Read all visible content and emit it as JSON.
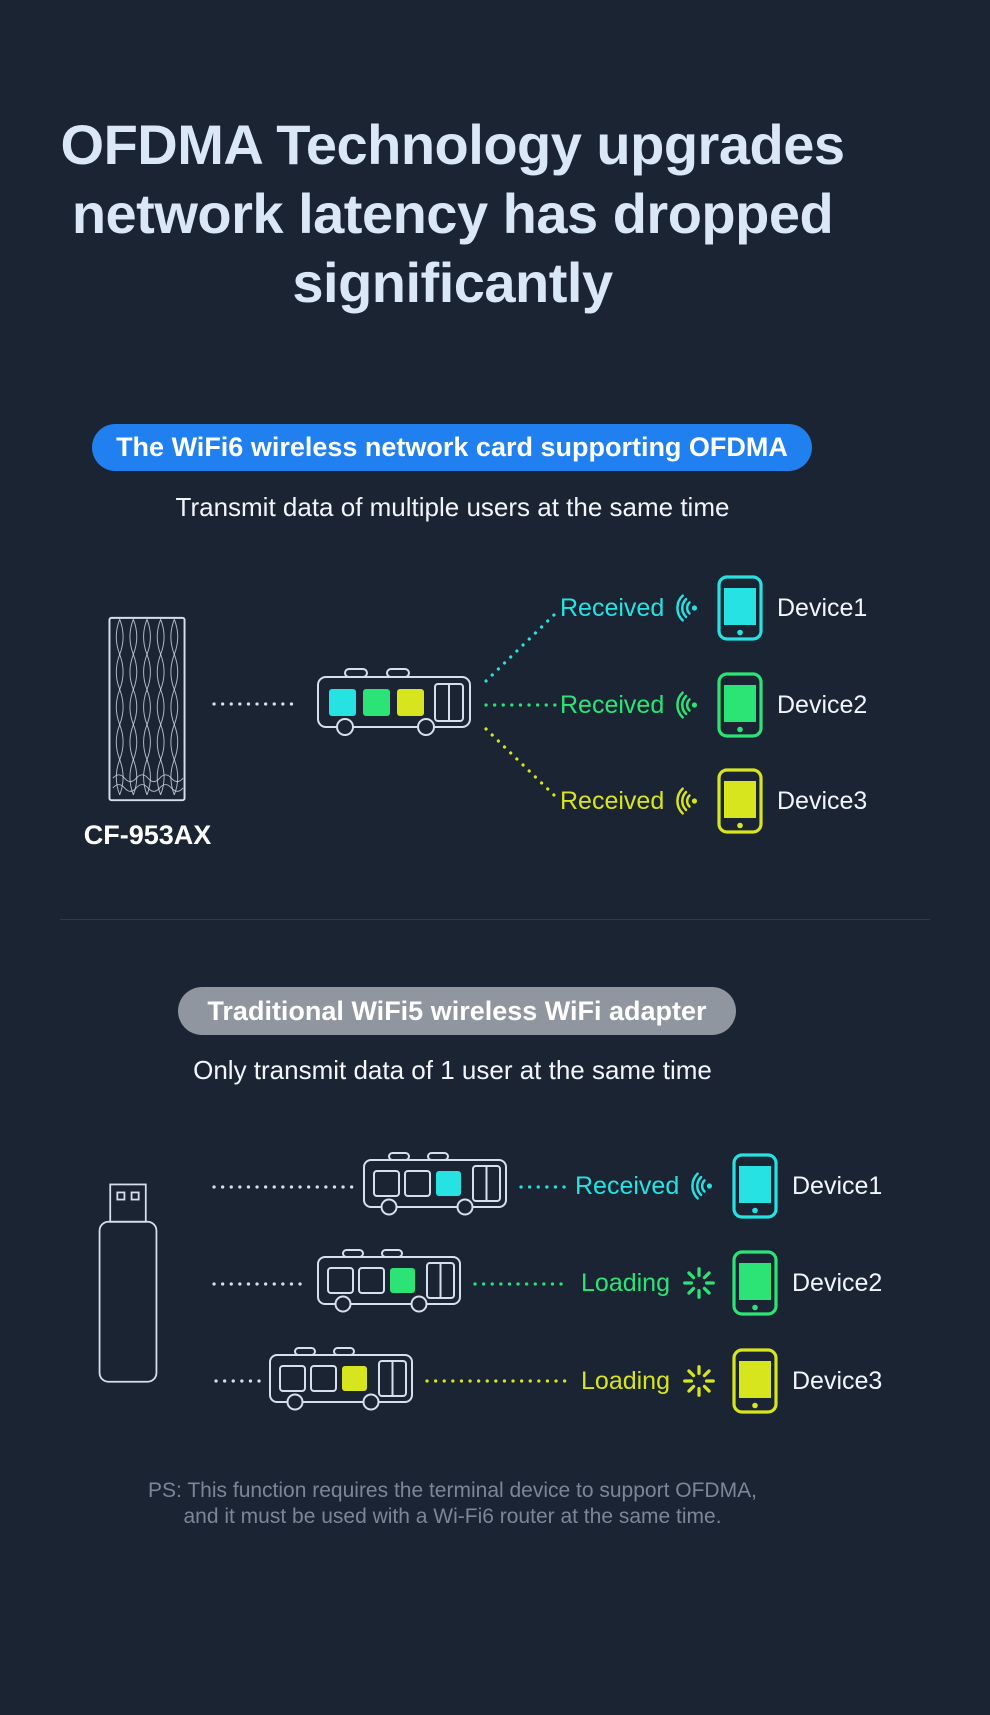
{
  "colors": {
    "background": "#1b2433",
    "headline": "#d9e7f6",
    "text_white": "#f2f6fc",
    "muted": "#7b8698",
    "outline": "#d7dfec",
    "accent_blue": "#2080f0",
    "badge_gray": "#8f969f",
    "cyan": "#26e2e2",
    "green": "#2ce476",
    "yellow": "#d7e51f"
  },
  "headline": {
    "line1": "OFDMA Technology upgrades",
    "line2": "network latency has dropped",
    "line3": "significantly"
  },
  "wifi6_section": {
    "badge": "The WiFi6 wireless network card supporting OFDMA",
    "subtitle": "Transmit data of multiple users at the same time",
    "adapter_label": "CF-953AX",
    "rows": [
      {
        "status": "Received",
        "device": "Device1",
        "color": "cyan",
        "icon": "wifi-signal"
      },
      {
        "status": "Received",
        "device": "Device2",
        "color": "green",
        "icon": "wifi-signal"
      },
      {
        "status": "Received",
        "device": "Device3",
        "color": "yellow",
        "icon": "wifi-signal"
      }
    ]
  },
  "wifi5_section": {
    "badge": "Traditional WiFi5 wireless WiFi adapter",
    "subtitle": "Only transmit data of 1 user at the same time",
    "rows": [
      {
        "status": "Received",
        "device": "Device1",
        "color": "cyan",
        "icon": "wifi-signal"
      },
      {
        "status": "Loading",
        "device": "Device2",
        "color": "green",
        "icon": "spinner"
      },
      {
        "status": "Loading",
        "device": "Device3",
        "color": "yellow",
        "icon": "spinner"
      }
    ]
  },
  "footer": {
    "line1": "PS: This function requires the terminal device to support OFDMA,",
    "line2": "and it must be used with a Wi-Fi6 router at the same time."
  }
}
